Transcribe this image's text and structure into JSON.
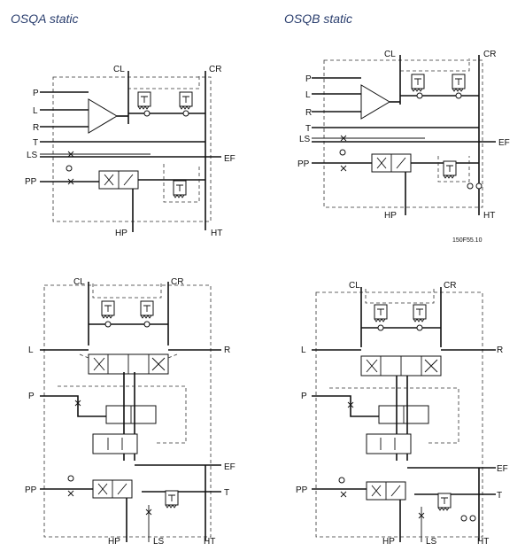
{
  "titles": {
    "osqa": "OSQA static",
    "osqb": "OSQB static"
  },
  "figure_code": "150F55.10",
  "ports": {
    "P": "P",
    "L": "L",
    "R": "R",
    "T": "T",
    "LS": "LS",
    "PP": "PP",
    "CL": "CL",
    "CR": "CR",
    "EF": "EF",
    "HP": "HP",
    "HT": "HT"
  },
  "colors": {
    "title": "#2a3e6e",
    "line": "#111111"
  }
}
